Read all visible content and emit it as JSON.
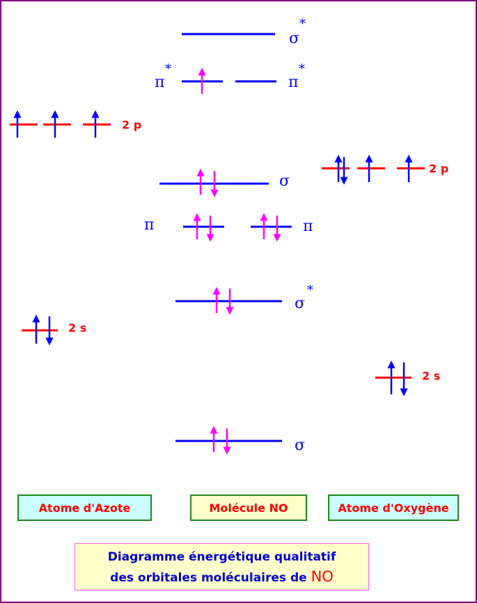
{
  "levels": {
    "sigma_star_2p": "σ",
    "pi_star": "π",
    "sigma_2p": "σ",
    "pi": "π",
    "sigma_star_2s": "σ",
    "sigma_2s": "σ",
    "star": "*"
  },
  "atomic_labels": {
    "n_2p": "2 p",
    "n_2s": "2 s",
    "o_2p": "2 p",
    "o_2s": "2 s"
  },
  "boxes": {
    "nitrogen": "Atome d'Azote",
    "molecule": "Molécule NO",
    "oxygen": "Atome d'Oxygène"
  },
  "caption": {
    "line1": "Diagramme énergétique qualitatif",
    "line2": "des orbitales moléculaires de",
    "formula": "NO"
  },
  "colors": {
    "mo_level": "#0000ff",
    "ao_level": "#ff0000",
    "mo_electron": "#ff00ff",
    "ao_electron": "#0000ff",
    "border": "#800080"
  }
}
